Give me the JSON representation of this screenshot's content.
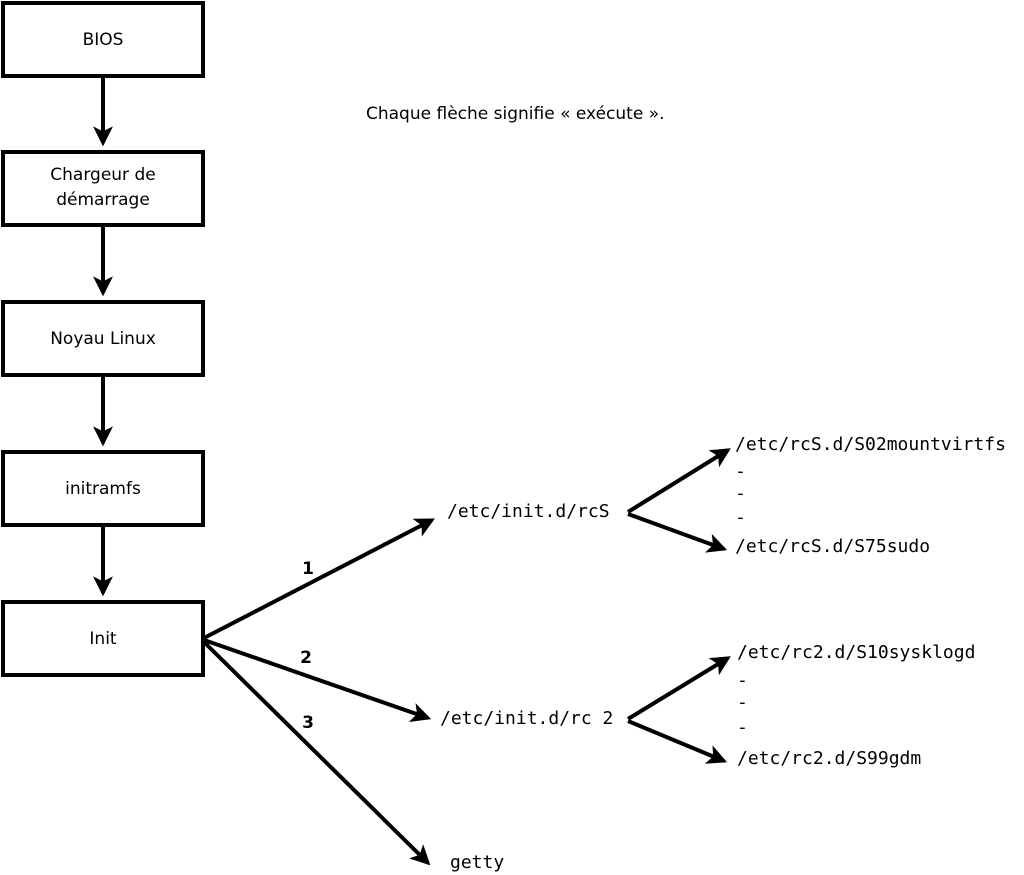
{
  "diagram": {
    "caption": "Chaque flèche signifie « exécute ».",
    "boot_chain": [
      {
        "id": "bios",
        "label": "BIOS"
      },
      {
        "id": "bootloader",
        "label": "Chargeur de\ndémarrage",
        "line1": "Chargeur de",
        "line2": "démarrage"
      },
      {
        "id": "kernel",
        "label": "Noyau Linux"
      },
      {
        "id": "initramfs",
        "label": "initramfs"
      },
      {
        "id": "init",
        "label": "Init"
      }
    ],
    "init_branches": [
      {
        "number": "1",
        "target": "/etc/init.d/rcS"
      },
      {
        "number": "2",
        "target": "/etc/init.d/rc 2"
      },
      {
        "number": "3",
        "target": "getty"
      }
    ],
    "rcs_scripts": {
      "first": "/etc/rcS.d/S02mountvirtfs",
      "ellipsis": [
        "-",
        "-",
        "-"
      ],
      "last": "/etc/rcS.d/S75sudo"
    },
    "rc2_scripts": {
      "first": "/etc/rc2.d/S10sysklogd",
      "ellipsis": [
        "-",
        "-",
        "-"
      ],
      "last": "/etc/rc2.d/S99gdm"
    },
    "colors": {
      "stroke": "#000000",
      "fill": "#ffffff",
      "text": "#000000"
    }
  }
}
